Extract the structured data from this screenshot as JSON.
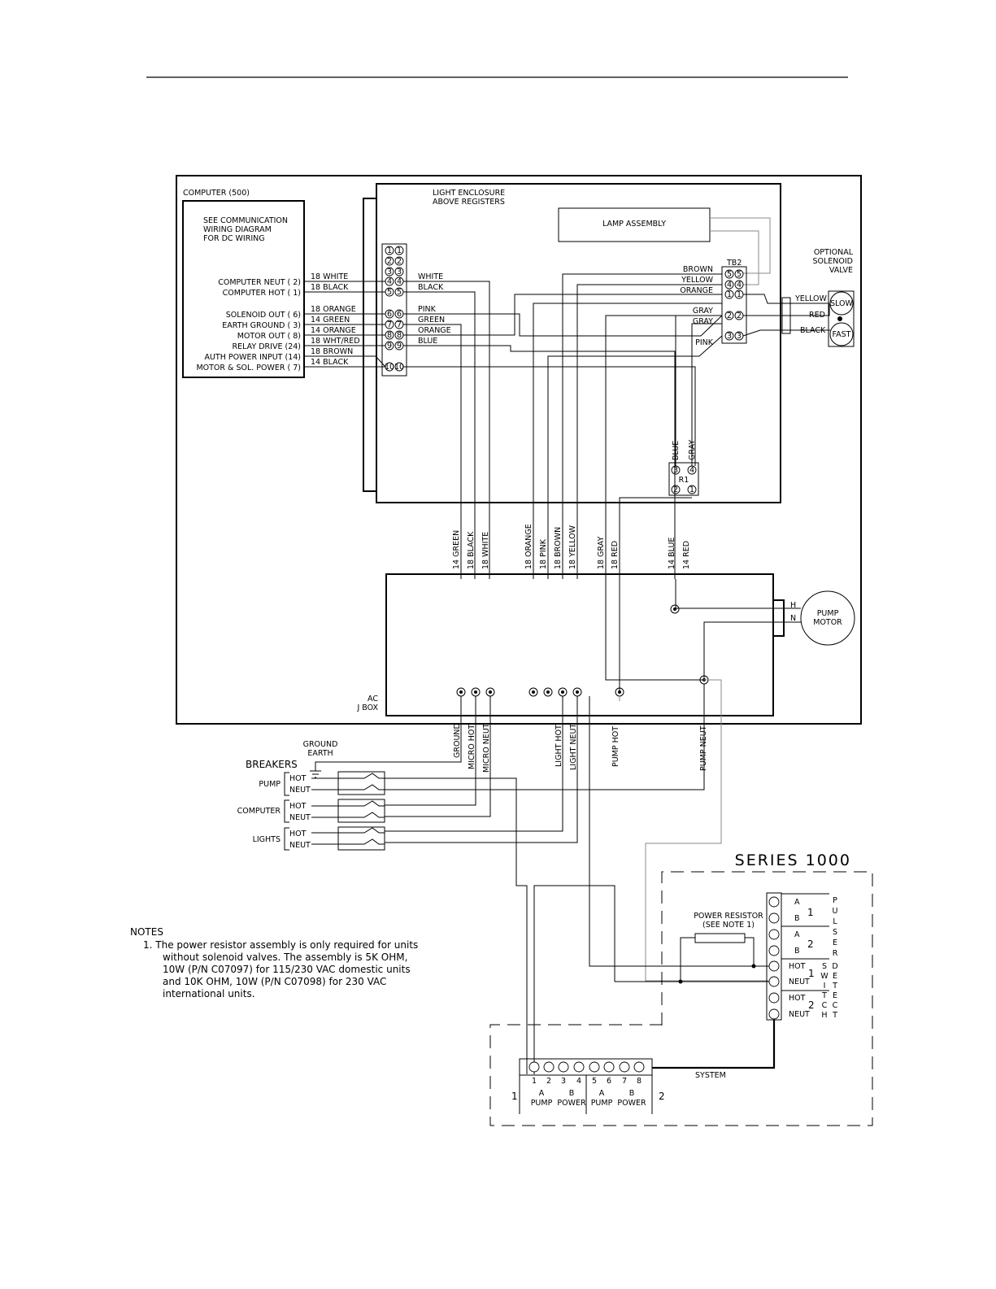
{
  "computer": {
    "title": "COMPUTER (500)",
    "note": [
      "SEE COMMUNICATION",
      "WIRING DIAGRAM",
      "FOR DC WIRING"
    ],
    "signals": [
      "COMPUTER NEUT ( 2)",
      "COMPUTER HOT ( 1)",
      "SOLENOID OUT ( 6)",
      "EARTH GROUND ( 3)",
      "MOTOR OUT ( 8)",
      "RELAY DRIVE (24)",
      "AUTH POWER INPUT (14)",
      "MOTOR & SOL. POWER ( 7)"
    ],
    "wire_labels": [
      "18 WHITE",
      "18 BLACK",
      "18 ORANGE",
      "14 GREEN",
      "14 ORANGE",
      "18 WHT/RED",
      "18 BROWN",
      "14 BLACK"
    ]
  },
  "light_enclosure": {
    "title": [
      "LIGHT ENCLOSURE",
      "ABOVE REGISTERS"
    ],
    "lamp": "LAMP ASSEMBLY",
    "terminal_numbers": [
      "1",
      "2",
      "3",
      "4",
      "5",
      "6",
      "7",
      "8",
      "9",
      "10"
    ],
    "inner_labels": [
      "WHITE",
      "BLACK",
      "PINK",
      "GREEN",
      "ORANGE",
      "BLUE"
    ],
    "tb2": {
      "title": "TB2",
      "numbers": [
        "5",
        "4",
        "1",
        "2",
        "3"
      ],
      "left_labels": [
        "BROWN",
        "YELLOW",
        "ORANGE",
        "GRAY",
        "GRAY",
        "PINK"
      ]
    },
    "r1": {
      "title": "R1",
      "numbers": [
        "3",
        "4",
        "2",
        "1"
      ],
      "labels": [
        "BLUE",
        "GRAY"
      ]
    }
  },
  "solenoid": {
    "title": [
      "OPTIONAL",
      "SOLENOID",
      "VALVE"
    ],
    "wires": [
      "YELLOW",
      "RED",
      "BLACK"
    ],
    "slow": "SLOW",
    "fast": "FAST"
  },
  "vertical_wires": [
    "14 GREEN",
    "18 BLACK",
    "18 WHITE",
    "18 ORANGE",
    "18 PINK",
    "18 BROWN",
    "18 YELLOW",
    "18 GRAY",
    "18 RED",
    "14 BLUE",
    "14 RED"
  ],
  "jbox": {
    "title": [
      "AC",
      "J BOX"
    ],
    "motor": [
      "PUMP",
      "MOTOR"
    ],
    "h": "H",
    "n": "N",
    "feed_labels": [
      "GROUND",
      "MICRO HOT",
      "MICRO NEUT",
      "LIGHT HOT",
      "LIGHT NEUT",
      "PUMP HOT",
      "PUMP NEUT"
    ]
  },
  "breakers": {
    "ground": [
      "GROUND",
      "EARTH"
    ],
    "title": "BREAKERS",
    "groups": [
      "PUMP",
      "COMPUTER",
      "LIGHTS"
    ],
    "hot": "HOT",
    "neut": "NEUT"
  },
  "series": {
    "title": "SERIES 1000",
    "resistor": [
      "POWER RESISTOR",
      "(SEE NOTE 1)"
    ],
    "pulser_rows": [
      "A",
      "B",
      "A",
      "B",
      "HOT",
      "NEUT",
      "HOT",
      "NEUT"
    ],
    "group_nums": [
      "1",
      "2",
      "1",
      "2"
    ],
    "pulser_letters": [
      "P",
      "U",
      "L",
      "S",
      "E",
      "R"
    ],
    "switch_col1": [
      "S",
      "W",
      "I",
      "T",
      "C",
      "H"
    ],
    "switch_col2": [
      "D",
      "E",
      "T",
      "E",
      "C",
      "T"
    ],
    "system": "SYSTEM",
    "bottom_nums": [
      "1",
      "2",
      "3",
      "4",
      "5",
      "6",
      "7",
      "8"
    ],
    "side_nums": [
      "1",
      "2"
    ],
    "bottom_letters": [
      "A",
      "B",
      "A",
      "B"
    ],
    "bottom_words": [
      "PUMP",
      "POWER",
      "PUMP",
      "POWER"
    ]
  },
  "notes": {
    "title": "NOTES",
    "lines": [
      "1. The power resistor assembly is only required for units",
      "without solenoid valves.  The assembly is 5K OHM,",
      "10W (P/N C07097) for 115/230 VAC domestic units",
      "and 10K OHM, 10W (P/N C07098) for 230 VAC",
      "international units."
    ]
  }
}
